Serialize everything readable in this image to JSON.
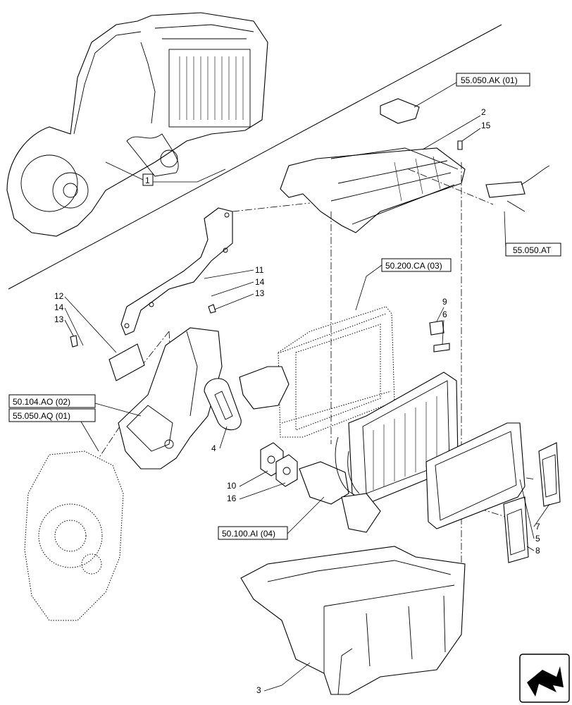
{
  "diagram": {
    "callout_numbers": {
      "n1": "1",
      "n2": "2",
      "n3": "3",
      "n4": "4",
      "n5": "5",
      "n6": "6",
      "n7": "7",
      "n8": "8",
      "n9": "9",
      "n10": "10",
      "n11": "11",
      "n12": "12",
      "n13a": "13",
      "n13b": "13",
      "n14a": "14",
      "n14b": "14",
      "n15": "15",
      "n16": "16"
    },
    "references": {
      "r_55050AK": "55.050.AK (01)",
      "r_55050AT": "55.050.AT",
      "r_50200CA": "50.200.CA (03)",
      "r_50104AO": "50.104.AO (02)",
      "r_55050AQ": "55.050.AQ (01)",
      "r_50100AI": "50.100.AI (04)"
    },
    "icons": [
      "navigation-arrow-icon"
    ]
  }
}
